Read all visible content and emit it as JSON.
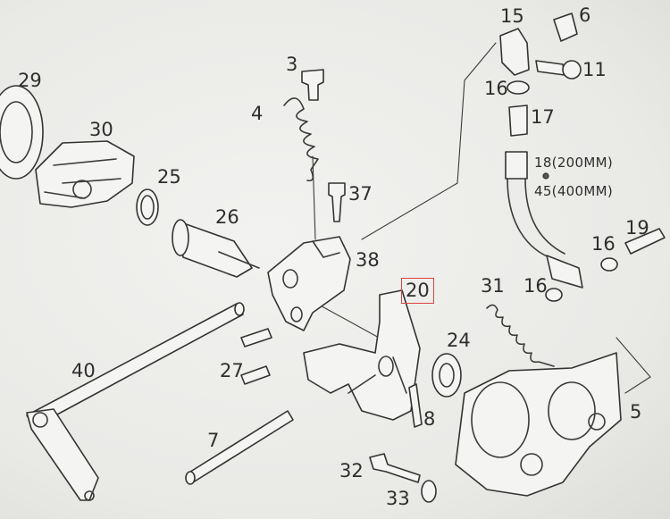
{
  "callouts": {
    "p3": "3",
    "p4": "4",
    "p5": "5",
    "p6": "6",
    "p7": "7",
    "p8": "8",
    "p11": "11",
    "p15": "15",
    "p16": "16",
    "p17": "17",
    "p18": "18(200MM)",
    "p19": "19",
    "p20": "20",
    "p24": "24",
    "p25": "25",
    "p26": "26",
    "p27": "27",
    "p29": "29",
    "p30": "30",
    "p31": "31",
    "p32": "32",
    "p33": "33",
    "p37": "37",
    "p38": "38",
    "p40": "40",
    "p45": "45(400MM)"
  },
  "highlight": {
    "callout": "20",
    "color": "#dd4444"
  },
  "colors": {
    "background": "#ececea",
    "ink": "#333333"
  }
}
